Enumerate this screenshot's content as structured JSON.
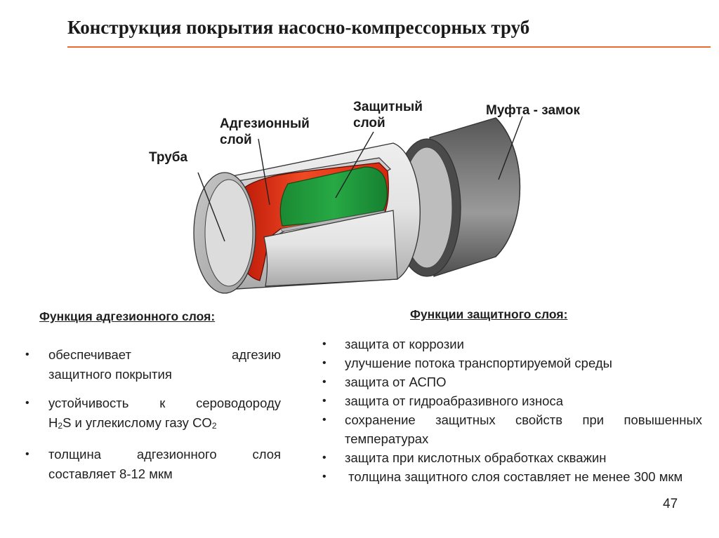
{
  "title": "Конструкция покрытия  насосно-компрессорных труб",
  "diagram": {
    "labels": {
      "pipe": "Труба",
      "adhesion_line1": "Адгезионный",
      "adhesion_line2": "слой",
      "protective_line1": "Защитный",
      "protective_line2": "слой",
      "coupling": "Муфта - замок"
    },
    "colors": {
      "adhesion_layer": "#e8331c",
      "protective_layer": "#1f9a3a",
      "pipe_metal": "#d8d8d8",
      "coupling_metal": "#6e6e6e",
      "title_rule": "#e36c2f"
    }
  },
  "left_section": {
    "heading": "Функция адгезионного слоя:",
    "bullet": "•",
    "items": [
      {
        "line1_a": "обеспечивает",
        "line1_b": "адгезию",
        "line2": "защитного покрытия"
      },
      {
        "line1": "устойчивость к сероводороду",
        "line2_a": "H",
        "line2_sub1": "2",
        "line2_b": "S и углекислому газу CO",
        "line2_sub2": "2"
      },
      {
        "line1_a": "толщина",
        "line1_b": "адгезионного",
        "line1_c": "слоя",
        "line2": "составляет 8-12 мкм"
      }
    ]
  },
  "right_section": {
    "heading": "Функции защитного слоя:",
    "bullet": "•",
    "items": [
      "защита от коррозии",
      "улучшение потока транспортируемой среды",
      "защита от АСПО",
      "защита от гидроабразивного износа",
      "сохранение защитных свойств при повышенных температурах",
      "защита при кислотных обработках скважин",
      " толщина защитного слоя составляет не менее 300 мкм"
    ]
  },
  "page_number": "47"
}
